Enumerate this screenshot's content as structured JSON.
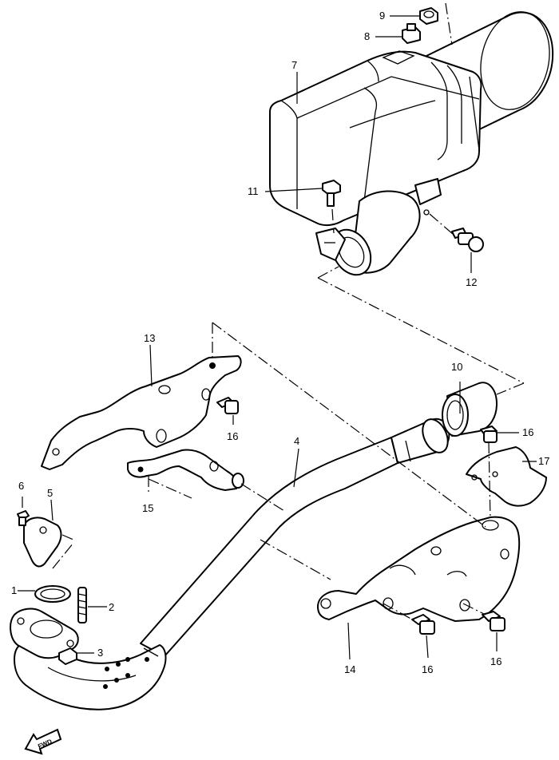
{
  "callouts": {
    "c1": "1",
    "c2": "2",
    "c3": "3",
    "c4": "4",
    "c5": "5",
    "c6": "6",
    "c7": "7",
    "c8": "8",
    "c9": "9",
    "c10": "10",
    "c11": "11",
    "c12": "12",
    "c13": "13",
    "c14": "14",
    "c15": "15",
    "c16a": "16",
    "c16b": "16",
    "c16c": "16",
    "c16d": "16",
    "c17": "17"
  },
  "direction_marker": {
    "label": "FWD",
    "icon": "forward-arrow-icon"
  },
  "colors": {
    "line": "#000000",
    "background": "#ffffff"
  }
}
